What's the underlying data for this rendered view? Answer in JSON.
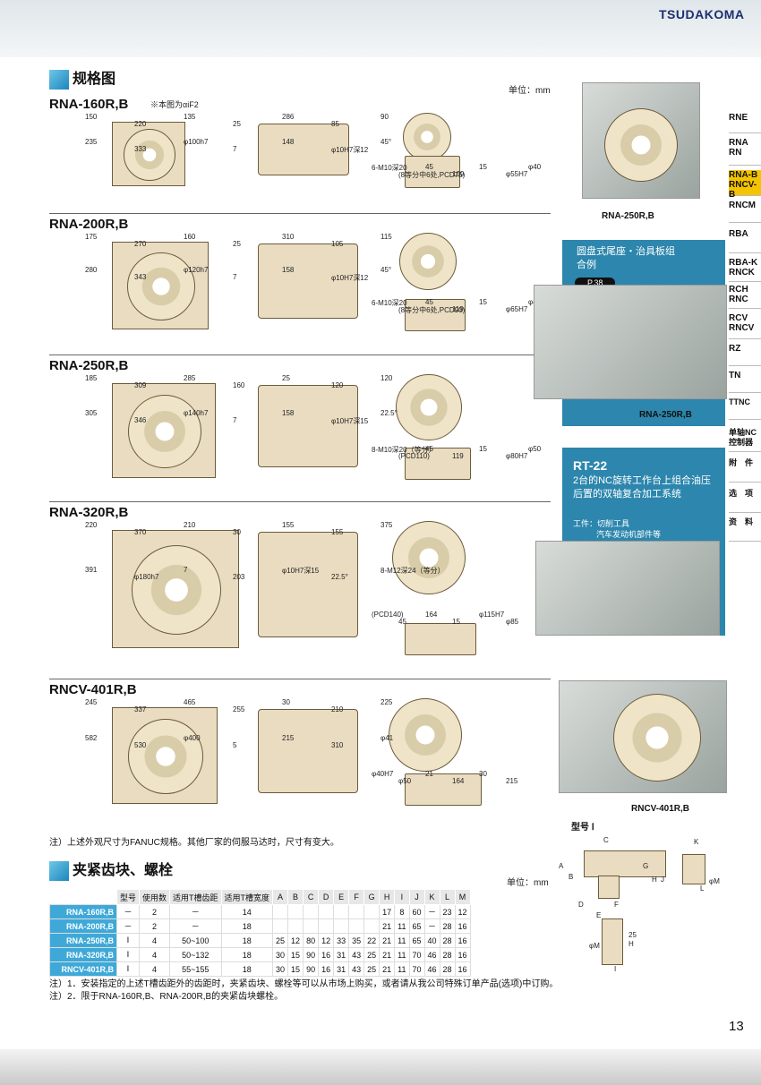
{
  "header": {
    "brand": "TSUDAKOMA"
  },
  "section1": {
    "title": "规格图",
    "unit": "单位：mm"
  },
  "models": [
    {
      "name": "RNA-160R,B",
      "note": "※本图为αiF2",
      "dims": [
        "150",
        "220",
        "135",
        "25",
        "286",
        "85",
        "90",
        "235",
        "333",
        "φ100h7",
        "7",
        "148",
        "φ10H7深12",
        "45°",
        "6-M10深20",
        "(8等分中6处,PCD75)",
        "45",
        "109",
        "15",
        "φ55H7",
        "φ40"
      ]
    },
    {
      "name": "RNA-200R,B",
      "note": "",
      "dims": [
        "175",
        "270",
        "160",
        "25",
        "310",
        "105",
        "115",
        "280",
        "343",
        "φ120h7",
        "7",
        "158",
        "φ10H7深12",
        "45°",
        "6-M10深20",
        "(8等分中6处,PCD90)",
        "45",
        "119",
        "15",
        "φ65H7",
        "φ45"
      ]
    },
    {
      "name": "RNA-250R,B",
      "note": "",
      "dims": [
        "185",
        "309",
        "285",
        "160",
        "25",
        "120",
        "120",
        "305",
        "346",
        "φ140h7",
        "7",
        "158",
        "φ10H7深15",
        "22.5°",
        "8-M10深20（等分）",
        "(PCD110)",
        "45",
        "119",
        "15",
        "φ80H7",
        "φ50"
      ]
    },
    {
      "name": "RNA-320R,B",
      "note": "",
      "dims": [
        "220",
        "370",
        "210",
        "30",
        "155",
        "155",
        "375",
        "391",
        "φ180h7",
        "7",
        "203",
        "φ10H7深15",
        "22.5°",
        "8-M12深24（等分）",
        "(PCD140)",
        "45",
        "164",
        "15",
        "φ115H7",
        "φ85"
      ]
    },
    {
      "name": "RNCV-401R,B",
      "note": "",
      "dims": [
        "245",
        "337",
        "465",
        "255",
        "30",
        "210",
        "225",
        "582",
        "530",
        "φ400",
        "5",
        "215",
        "310",
        "φ41",
        "φ40H7",
        "φ50",
        "21",
        "164",
        "30",
        "215"
      ]
    }
  ],
  "note1": "注）上述外观尺寸为FANUC规格。其他厂家的伺服马达时，尺寸有变大。",
  "section2": {
    "title": "夹紧齿块、螺栓",
    "unit": "单位：mm"
  },
  "table": {
    "headers": [
      "型号",
      "使用数",
      "适用T槽齿距",
      "适用T槽宽度",
      "A",
      "B",
      "C",
      "D",
      "E",
      "F",
      "G",
      "H",
      "I",
      "J",
      "K",
      "L",
      "M"
    ],
    "rows": [
      [
        "RNA-160R,B",
        "－",
        "2",
        "－",
        "14",
        "",
        "",
        "",
        "",
        "",
        "",
        "",
        "17",
        "8",
        "60",
        "－",
        "23",
        "12"
      ],
      [
        "RNA-200R,B",
        "－",
        "2",
        "－",
        "18",
        "",
        "",
        "",
        "",
        "",
        "",
        "",
        "21",
        "11",
        "65",
        "－",
        "28",
        "16"
      ],
      [
        "RNA-250R,B",
        "Ⅰ",
        "4",
        "50~100",
        "18",
        "25",
        "12",
        "80",
        "12",
        "33",
        "35",
        "22",
        "21",
        "11",
        "65",
        "40",
        "28",
        "16"
      ],
      [
        "RNA-320R,B",
        "Ⅰ",
        "4",
        "50~132",
        "18",
        "30",
        "15",
        "90",
        "16",
        "31",
        "43",
        "25",
        "21",
        "11",
        "70",
        "46",
        "28",
        "16"
      ],
      [
        "RNCV-401R,B",
        "Ⅰ",
        "4",
        "55~155",
        "18",
        "30",
        "15",
        "90",
        "16",
        "31",
        "43",
        "25",
        "21",
        "11",
        "70",
        "46",
        "28",
        "16"
      ]
    ]
  },
  "notes2": [
    "注）1．安装指定的上述T槽齿距外的齿距时，夹紧齿块、螺栓等可以从市场上购买，或者请从我公司特殊订单产品(选项)中订购。",
    "注）2．限于RNA-160R,B、RNA-200R,B的夹紧齿块螺栓。"
  ],
  "sidebar": [
    "RNE",
    "RNA RN",
    "RNA-B RNCV-B",
    "RNCM",
    "RBA",
    "RBA-K RNCK",
    "RCH RNC",
    "RCV RNCV",
    "RZ",
    "TN",
    "TTNC",
    "单轴NC控制器",
    "附　件",
    "选　项",
    "资　料"
  ],
  "photos": {
    "cap1": "RNA-250R,B",
    "promo1_title": "圆盘式尾座・治具板组合例",
    "promo1_page": "P.38",
    "cap2": "RNA-250R,B",
    "promo2_title": "RT-22",
    "promo2_text": "2台的NC旋转工作台上组合油压后置的双轴复合加工系统",
    "promo2_sub1": "工件：切削工具",
    "promo2_sub2": "汽车发动机部件等",
    "cap3": "RNCV-401R,B"
  },
  "clamp": {
    "label": "型号 Ⅰ",
    "letters": [
      "C",
      "A",
      "B",
      "G",
      "H",
      "J",
      "D",
      "F",
      "E",
      "K",
      "L",
      "φM",
      "φM",
      "25",
      "H",
      "I"
    ]
  },
  "page_number": "13"
}
